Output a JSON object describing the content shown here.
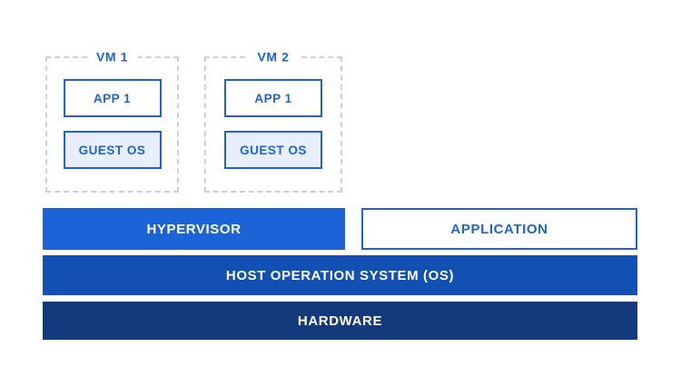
{
  "diagram": {
    "vms": [
      {
        "label": "VM 1",
        "app_label": "APP 1",
        "guest_os_label": "GUEST OS"
      },
      {
        "label": "VM 2",
        "app_label": "APP 1",
        "guest_os_label": "GUEST OS"
      }
    ],
    "layers": {
      "hypervisor_label": "HYPERVISOR",
      "application_label": "APPLICATION",
      "host_os_label": "HOST OPERATION SYSTEM (OS)",
      "hardware_label": "HARDWARE"
    },
    "colors": {
      "accent_blue": "#1B63D6",
      "medium_blue": "#1250B4",
      "dark_navy": "#15397D",
      "light_blue_fill": "#E9EFFA",
      "dashed_border": "#C9D0E4",
      "layer_text_white": "#FFFFFF"
    }
  }
}
